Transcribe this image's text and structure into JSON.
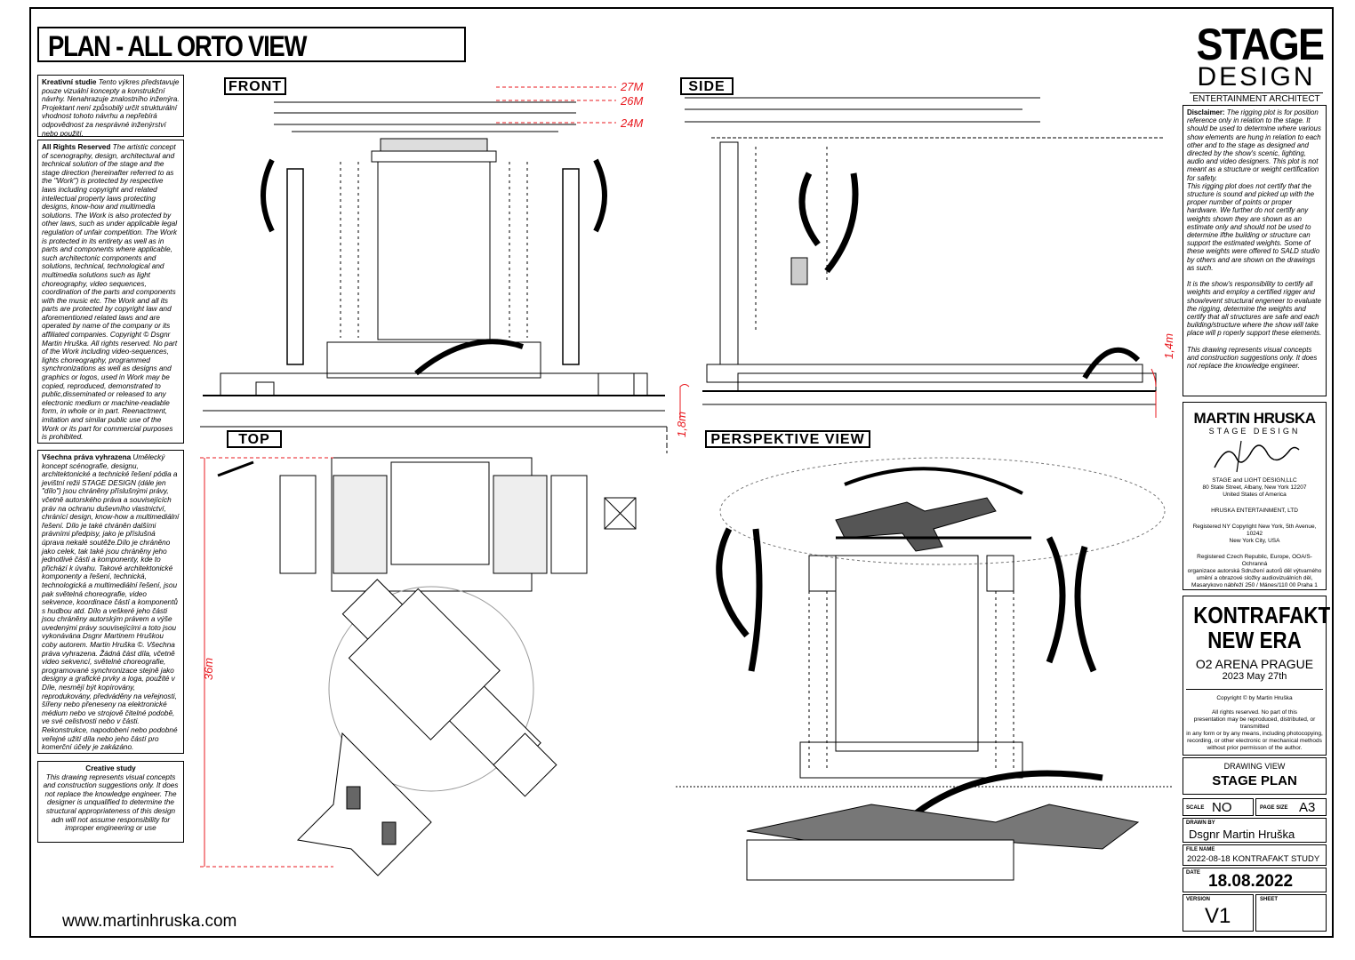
{
  "title": "PLAN - ALL ORTO VIEW",
  "left_notes": {
    "kreativni_heading": "Kreativní studie",
    "kreativni_text": "Tento výkres představuje pouze vizuální koncepty a konstrukční návrhy. Nenahrazuje znalostního inženýra. Projektant není způsobilý určit strukturální vhodnost tohoto návrhu a nepřebírá odpovědnost za nesprávné inženýrství nebo použití.",
    "rights_heading": "All Rights Reserved",
    "rights_text": "The artistic concept of scenography, design, architectural and technical solution of the stage and the stage direction (hereinafter referred to as the \"Work\") is protected by respective laws including copyright and related intellectual property laws protecting designs, know-how and multimedia solutions. The Work is also protected by other laws, such as under applicable legal regulation of unfair competition. The Work is protected in its entirety as well as in parts and components where applicable, such architectonic components and solutions, technical, technological and multimedia solutions such as light choreography, video sequences, coordination of the parts and components with the music etc. The Work and all its parts are protected by copyright law and aforementioned related laws and are operated by name of the company or its affiliated companies. Copyright © Dsgnr Martin Hruška. All rights reserved. No part of the Work including video-sequences, lights choreography, programmed synchronizations as well as designs and graphics or logos, used in Work may be copied, reproduced, demonstrated to public,disseminated or released to any electronic medium or machine-readable form, in whole or in part. Reenactment, imitation and similar public use of the Work or its part for commercial purposes is prohibited.",
    "vsechna_heading": "Všechna práva vyhrazena",
    "vsechna_text": "Umělecký koncept scénografie, designu, architektonické a technické řešení pódia a jevištní režii STAGE DESIGN (dále jen \"dílo\") jsou chráněny příslušnými právy, včetně autorského práva a souvisejících práv na ochranu duševního vlastnictví, chránící design, know-how a multimediální řešení. Dílo je také chráněn dalšími právními předpisy, jako je příslušná úprava nekalé soutěže.Dílo je chráněno jako celek, tak také jsou chráněny jeho jednotlivé části a komponenty, kde to přichází k úvahu. Takové architektonické komponenty a řešení, technická, technologická a multimediální řešení, jsou pak světelná choreografie, video sekvence, koordinace částí a komponentů s hudbou atd. Dílo a veškeré jeho části jsou chráněny autorským právem a výše uvedenými právy souvisejícími a toto jsou vykonávána Dsgnr Martinem Hruškou coby autorem. Martin Hruška ©. Všechna práva vyhrazena. Žádná část díla, včetně video sekvencí, světelné choreografie, programované synchronizace stejně jako designy a grafické prvky a loga, použité v Díle, nesmějí být kopírovány, reprodukovány, předváděny na veřejnosti, šířeny nebo přeneseny na elektronické médium nebo ve strojově čitelné podobě, ve své celistvosti nebo v části. Rekonstrukce, napodobení nebo podobné veřejné užití díla nebo jeho částí pro komerční účely je zakázáno.",
    "creative_heading": "Creative study",
    "creative_text": "This drawing represents visual concepts and construction suggestions only. It does not replace the knowledge engineer. The designer is unqualified to determine the structural appropriateness of this design adn will not assume responsibility for improper engineering or use"
  },
  "website": "www.martinhruska.com",
  "views": {
    "front": "FRONT",
    "side": "SIDE",
    "top": "TOP",
    "perspective": "PERSPEKTIVE VIEW"
  },
  "dimensions": {
    "h27": "27M",
    "h26": "26M",
    "h24": "24M",
    "d18": "1,8m",
    "d14": "1,4m",
    "d36": "36m"
  },
  "logo": {
    "line1": "STAGE",
    "line2": "DESIGN",
    "line3": "ENTERTAINMENT ARCHITECT"
  },
  "disclaimer": {
    "heading": "Disclaimer:",
    "p1": "The rigging plot is for position reference only in relation to the stage. It should be used to determine where various show elements are hung in relation to each other and to the stage as designed and directed by the show's scenic, lighting, audio and video designers. This plot is not meant as a structure or weight certification for safety.",
    "p2": "This rigging plot does not certify that the structure is sound and picked up with the proper number of points or proper hardware. We further do not certify any weights shown they are shown as an estimate only and should not be used to determine ifthe building or structure can support the estimated weights. Some of these weights were offered to SALD studio by others and are shown on the drawings as such.",
    "p3": "It is the show's responsibility to certify all weights and employ a certified rigger and show/event structural engeneer to evaluate the rigging, determine the weights and certify that all structures are safe and each building/structure where the show will take place will p roperly support these elements.",
    "p4": "This drawing represents visual concepts and construction suggestions only. It does not replace the knowledge engineer."
  },
  "signature_block": {
    "name": "MARTIN HRUSKA",
    "sub": "STAGE DESIGN",
    "addr1": "STAGE and LIGHT DESIGN,LLC",
    "addr2": "80 State Street, Albany, New York 12207",
    "addr3": "United States of America",
    "ent": "HRUSKA ENTERTAINMENT, LTD",
    "reg_ny1": "Registered NY Copyright New York, 5th Avenue, 10242",
    "reg_ny2": "New York City, USA",
    "reg_cz1": "Registered Czech Republic, Europe, OOA/S-Ochranná",
    "reg_cz2": "organizace autorská Sdružení autorů děl výtvarného",
    "reg_cz3": "umění a obrazové složky audiovizuálních děl,",
    "reg_cz4": "Masarykovo nábřeží 250 / Mánes/110 00 Praha 1"
  },
  "project": {
    "line1": "KONTRAFAKT",
    "line2": "NEW ERA",
    "venue": "O2 ARENA PRAGUE",
    "date": "2023 May 27th",
    "copyright": "Copyright © by Martin Hruška",
    "rights1": "All rights reserved. No part of this",
    "rights2": "presentation may be reproduced, distributed, or",
    "rights3": "transmitted",
    "rights4": "in any form or by  any means, including photocopying,",
    "rights5": "recording, or other electronic or mechanical methods",
    "rights6": "without prior permisson of  the author."
  },
  "titleblock": {
    "drawing_view_label": "DRAWING VIEW",
    "drawing_view": "STAGE PLAN",
    "scale_label": "SCALE",
    "scale": "NO",
    "page_size_label": "PAGE SIZE",
    "page_size": "A3",
    "drawn_by_label": "DRAWN BY",
    "drawn_by": "Dsgnr Martin Hruška",
    "file_name_label": "FILE NAME",
    "file_name": "2022-08-18 KONTRAFAKT STUDY",
    "date_label": "DATE",
    "date": "18.08.2022",
    "version_label": "VERSION",
    "version": "V1",
    "sheet_label": "SHEET",
    "sheet": ""
  },
  "colors": {
    "dimension_red": "#e8191f",
    "line": "#000000",
    "gray": "#9a9a9a"
  }
}
